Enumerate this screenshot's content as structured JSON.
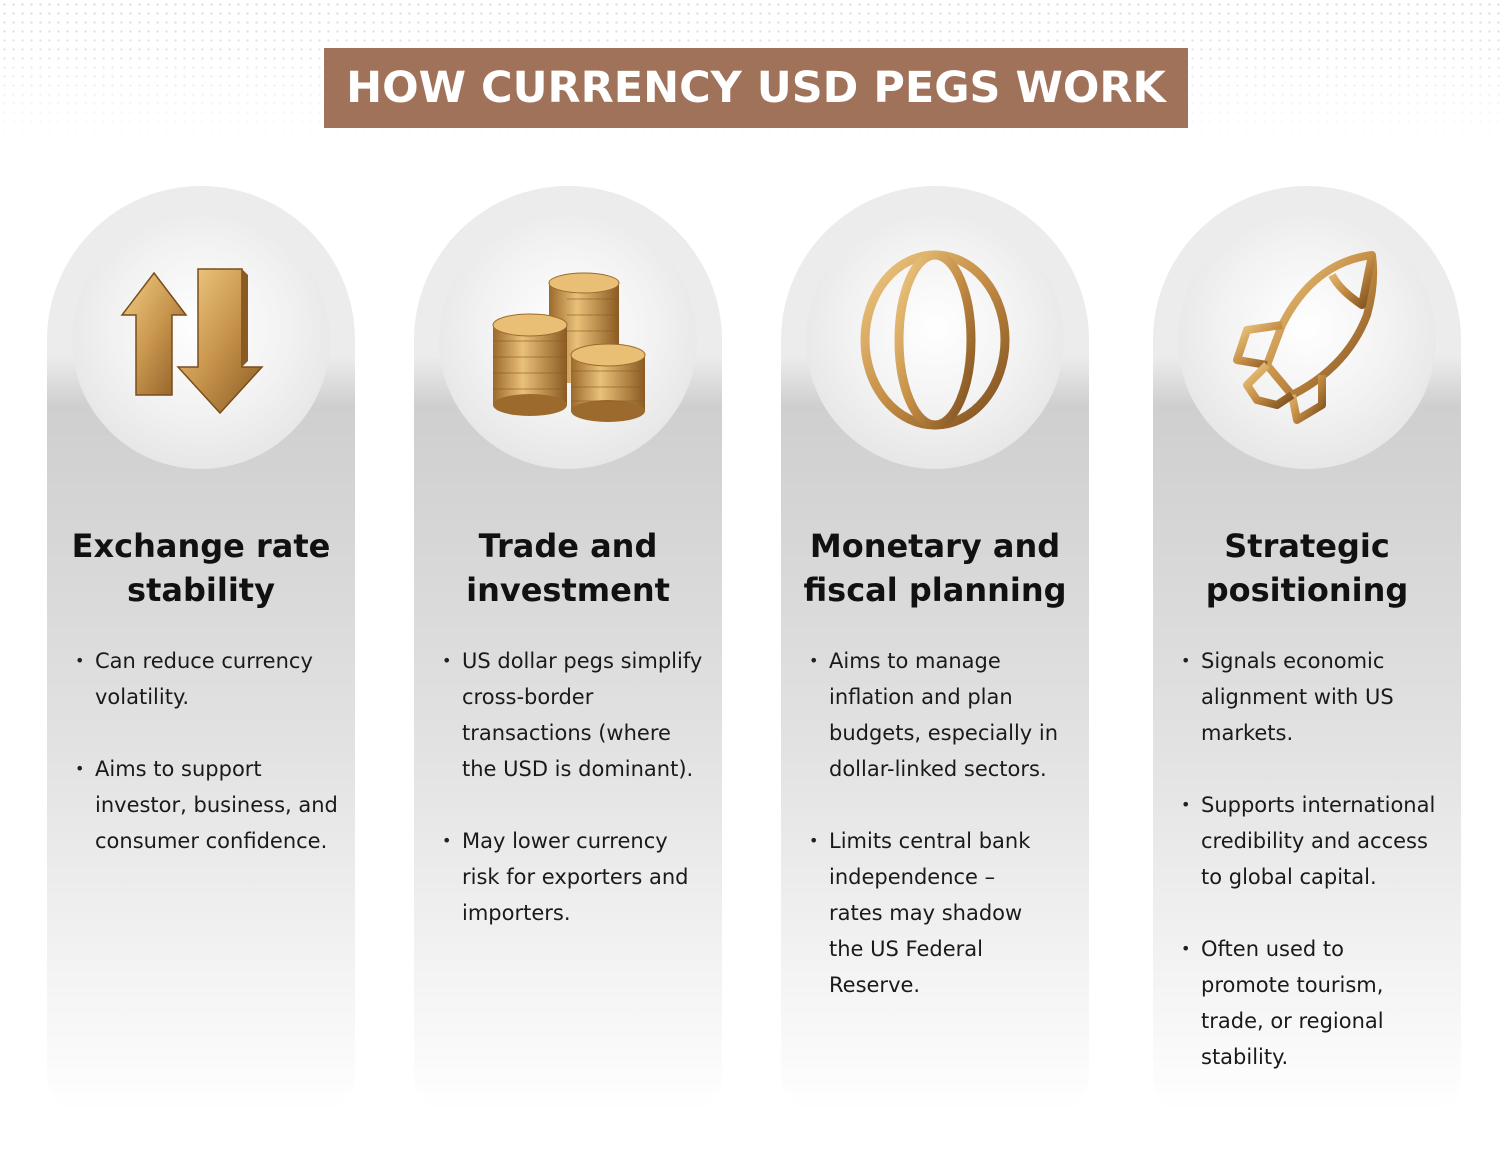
{
  "header": {
    "title": "HOW CURRENCY USD PEGS WORK"
  },
  "colors": {
    "banner": "#a1725a",
    "gold": "#c9964e",
    "card": "#e0e0e0"
  },
  "cards": [
    {
      "icon": "up-down-arrows-icon",
      "title_line1": "Exchange rate",
      "title_line2": "stability",
      "bullets": [
        [
          "Can reduce currency",
          "volatility."
        ],
        [
          "Aims to support",
          "investor, business, and",
          "consumer confidence."
        ]
      ]
    },
    {
      "icon": "coin-stacks-icon",
      "title_line1": "Trade and",
      "title_line2": "investment",
      "bullets": [
        [
          "US dollar pegs simplify",
          "cross-border",
          "transactions (where",
          "the USD is dominant)."
        ],
        [
          "May lower currency",
          "risk for exporters and",
          "importers."
        ]
      ]
    },
    {
      "icon": "globe-icon",
      "title_line1": "Monetary and",
      "title_line2": "fiscal planning",
      "bullets": [
        [
          "Aims to manage",
          "inflation and plan",
          "budgets, especially in",
          "dollar-linked sectors."
        ],
        [
          "Limits central bank",
          "independence –",
          "rates may shadow",
          "the US Federal",
          "Reserve."
        ]
      ]
    },
    {
      "icon": "rocket-icon",
      "title_line1": "Strategic",
      "title_line2": "positioning",
      "bullets": [
        [
          "Signals economic",
          "alignment with US",
          "markets."
        ],
        [
          "Supports international",
          "credibility and access",
          "to global capital."
        ],
        [
          "Often used to",
          "promote tourism,",
          "trade, or regional",
          "stability."
        ]
      ]
    }
  ]
}
